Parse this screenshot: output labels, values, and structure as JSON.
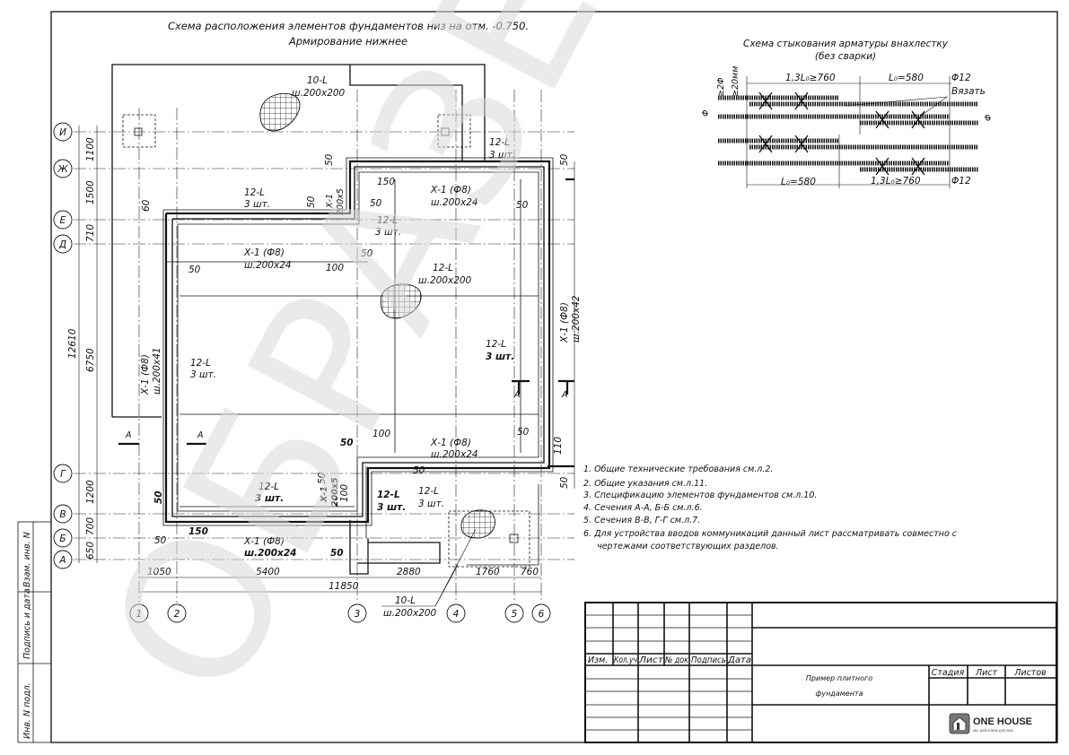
{
  "titles": {
    "plan_title_1": "Схема расположения элементов фундаментов низ на отм. -0.750.",
    "plan_title_2": "Армирование нижнее",
    "splice_title_1": "Схема стыкования арматуры внахлестку",
    "splice_title_2": "(без сварки)"
  },
  "splice": {
    "lap_long": "1,3L₀≥760",
    "lap_short": "L₀=580",
    "dia": "Φ12",
    "tie": "Вязать",
    "gap1": "≥2Φ",
    "gap2": "≥20мм",
    "phi": "Φ"
  },
  "axes": {
    "rows": [
      "И",
      "Ж",
      "Е",
      "Д",
      "Г",
      "В",
      "Б",
      "А"
    ],
    "cols": [
      "1",
      "2",
      "3",
      "4",
      "5",
      "6"
    ]
  },
  "dims": {
    "left": [
      "1100",
      "1500",
      "710",
      "6750",
      "12610",
      "1200",
      "700",
      "650"
    ],
    "bottom": [
      "1050",
      "5400",
      "2880",
      "1760",
      "760",
      "11850"
    ],
    "small": [
      "50",
      "60",
      "100",
      "150",
      "110"
    ]
  },
  "labels": {
    "bar10": "10-L",
    "bar12": "12-L",
    "qty3": "3 шт.",
    "mesh200x200": "ш.200х200",
    "mesh200x24": "ш.200х24",
    "mesh200x41": "ш.200х41",
    "mesh200x42": "ш.200х42",
    "mesh200x5": "200х5",
    "x1": "Х-1",
    "x1f8": "Х-1 (Ф8)",
    "sectA": "А"
  },
  "notes": [
    "1.  Общие технические требования см.л.2.",
    "2.  Общие указания см.л.11.",
    "3.  Спецификацию элементов фундаментов см.л.10.",
    "4.  Сечения А-А, Б-Б см.л.6.",
    "5.  Сечения В-В, Г-Г см.л.7.",
    "6.  Для устройства вводов коммуникаций данный лист рассматривать совместно с",
    "     чертежами соответствующих разделов."
  ],
  "stamp_left": [
    "Взам. инв. N",
    "Подпись и дата",
    "Инв. N подл."
  ],
  "title_block": {
    "headers": [
      "Изм.",
      "Кол.уч",
      "Лист",
      "№ док",
      "Подпись",
      "Дата"
    ],
    "name_1": "Пример плитного",
    "name_2": "фундамента",
    "stage": "Стадия",
    "sheet": "Лист",
    "sheets": "Листов",
    "logo_name": "ONE HOUSE",
    "logo_slogan": "мы работаем для вас"
  },
  "watermark": "ОБРАЗЕЦ"
}
